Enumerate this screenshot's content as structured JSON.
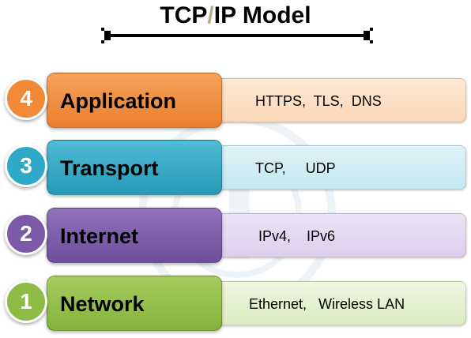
{
  "title": {
    "part1": "TCP",
    "slash": "/",
    "part2": "IP Model"
  },
  "layers": [
    {
      "number": "4",
      "name": "Application",
      "protocols": "HTTPS,  TLS,  DNS",
      "color": "#f08a38"
    },
    {
      "number": "3",
      "name": "Transport",
      "protocols": "TCP,     UDP",
      "color": "#2fa9c7"
    },
    {
      "number": "2",
      "name": "Internet",
      "protocols": "IPv4,    IPv6",
      "color": "#7c5aa8"
    },
    {
      "number": "1",
      "name": "Network",
      "protocols": "Ethernet,   Wireless LAN",
      "color": "#8dbb45"
    }
  ]
}
